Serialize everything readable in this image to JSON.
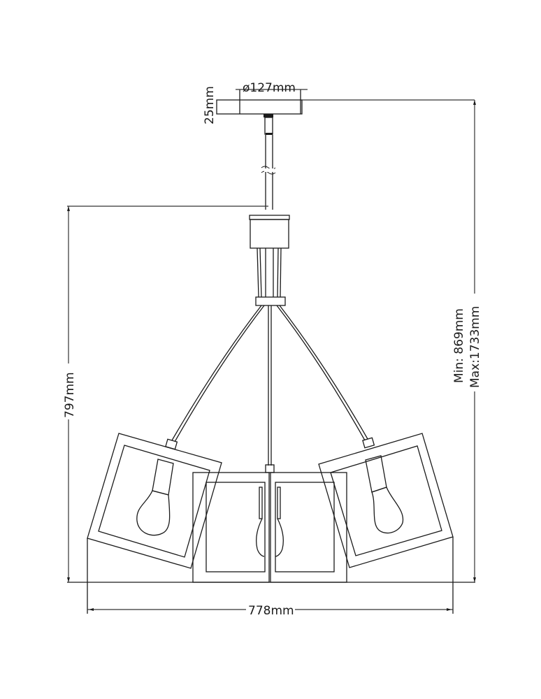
{
  "drawing": {
    "subject": "Pendant chandelier technical dimension drawing",
    "colors": {
      "line": "#1a1a1a",
      "background": "#ffffff"
    },
    "dimensions": {
      "canopy_diameter": "ø127mm",
      "canopy_height": "25mm",
      "body_height": "797mm",
      "overall_height_min": "Min: 869mm",
      "overall_height_max": "Max:1733mm",
      "overall_width": "778mm"
    },
    "components": {
      "canopy": "canopy-plate",
      "rod": "suspension-rod",
      "hub": "center-hub",
      "arms": 3,
      "shades": 4,
      "bulbs": 4
    }
  }
}
